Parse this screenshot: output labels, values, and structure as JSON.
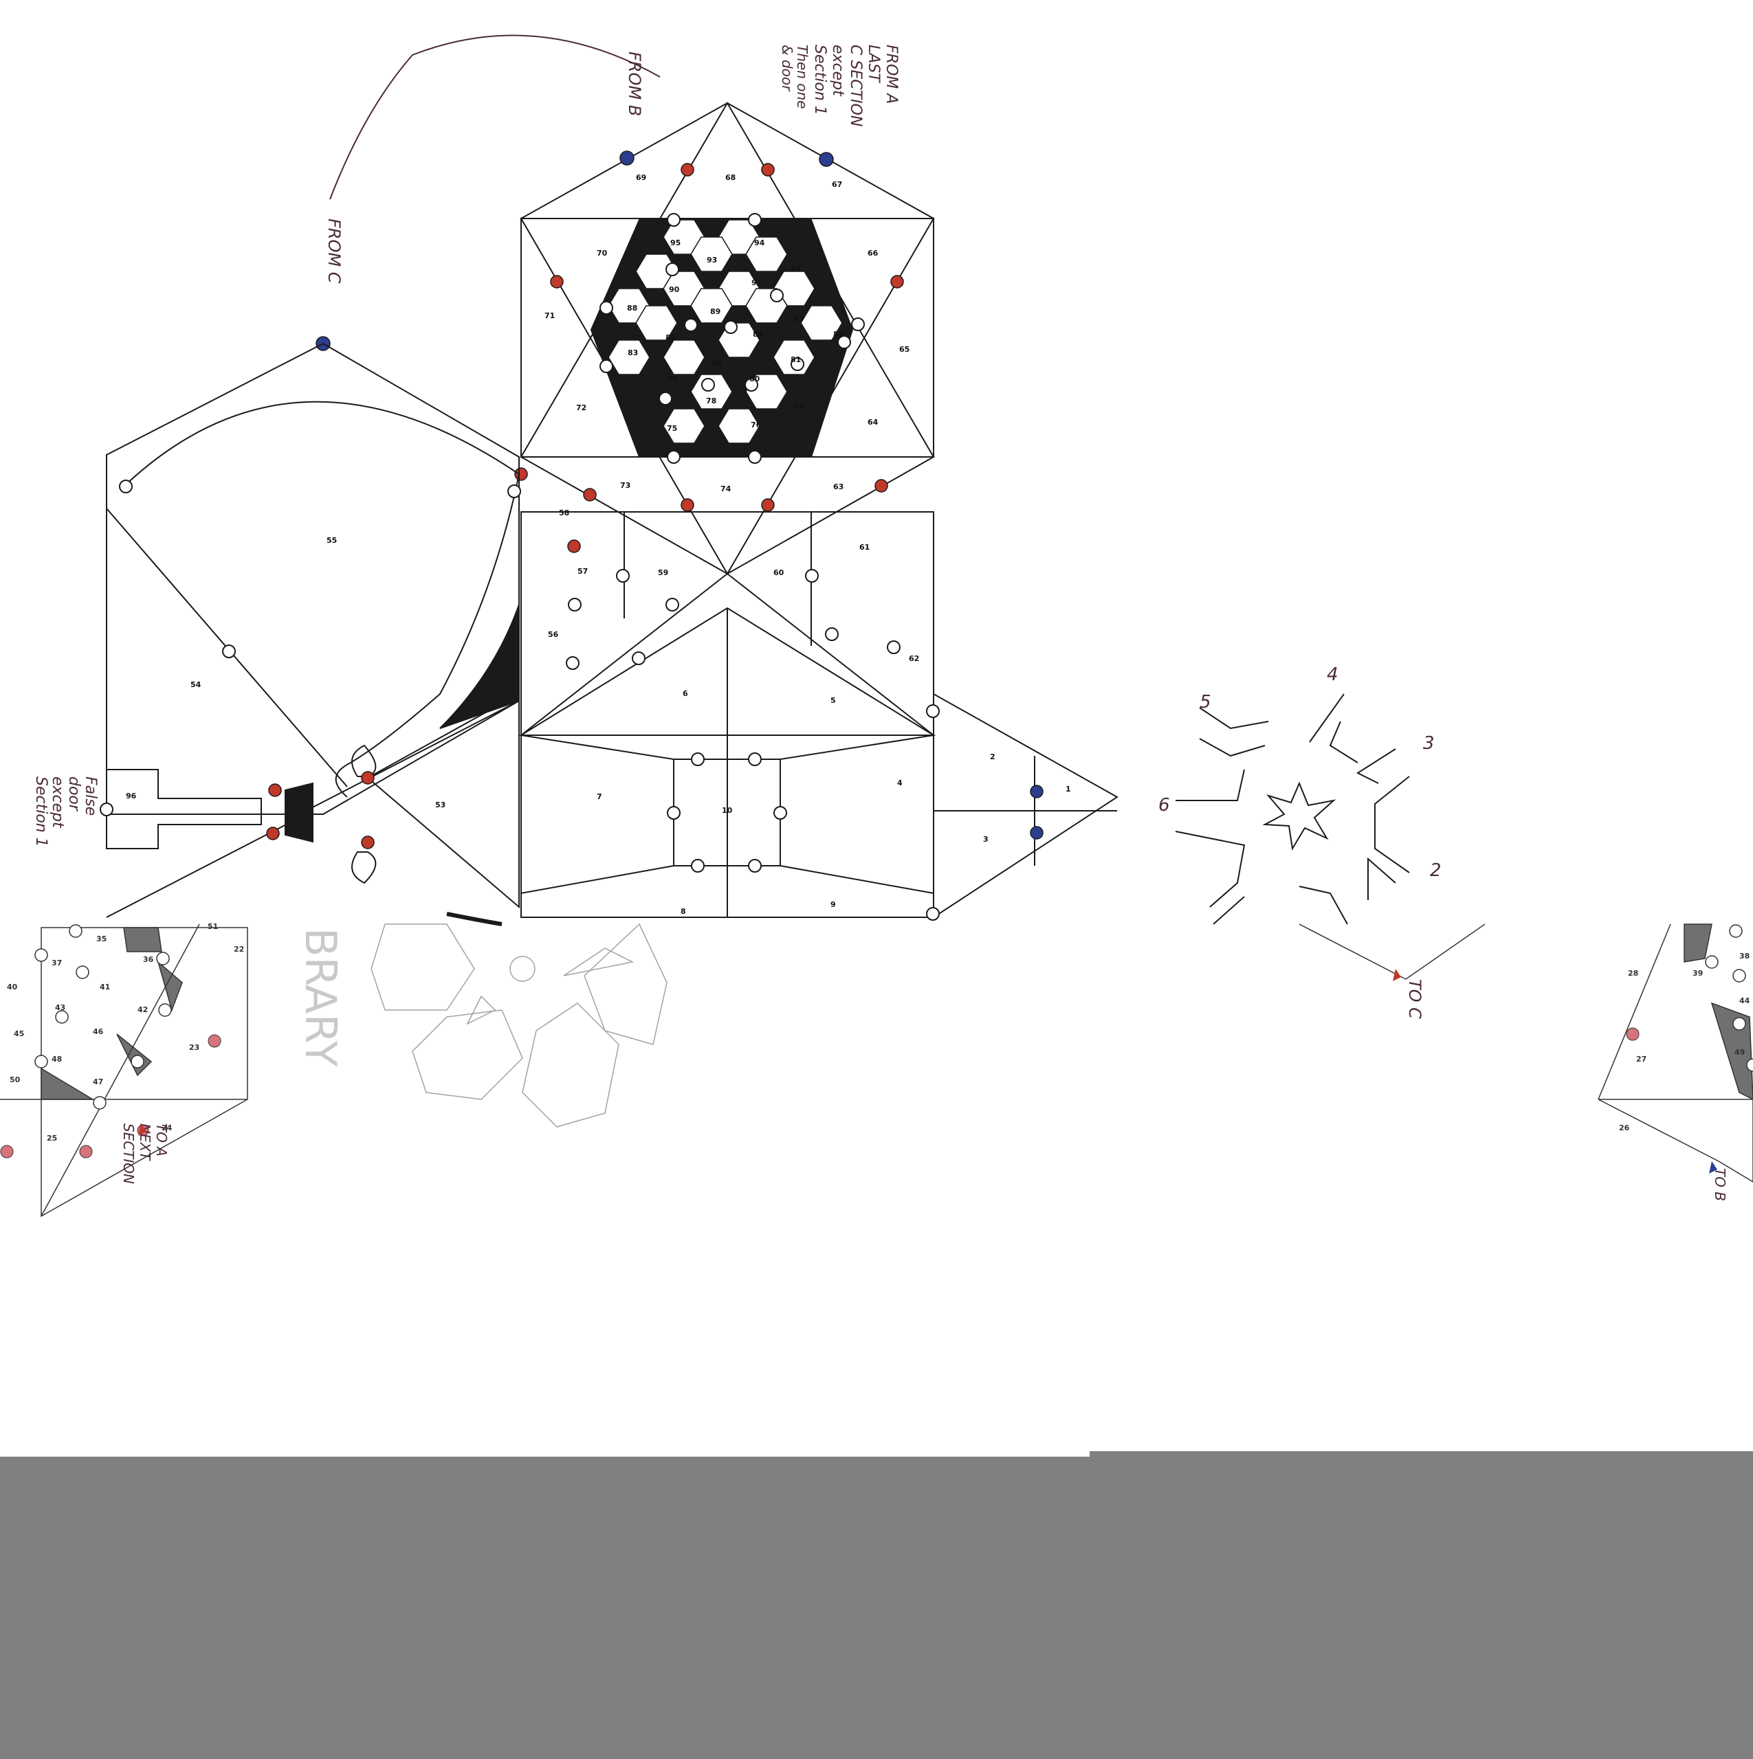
{
  "annotations": {
    "from_a_note": [
      "FROM A",
      "LAST",
      "C SECTION",
      "except",
      "Section 1"
    ],
    "from_a_note_sub": [
      "Then one",
      "& door"
    ],
    "from_b": "FROM B",
    "from_c": "FROM C",
    "false_door": [
      "False",
      "door",
      "except",
      "Section 1"
    ],
    "to_a_next": [
      "TO A",
      "NEXT",
      "SECTION"
    ],
    "to_c": "TO C",
    "to_b": "TO B",
    "library_fragment": "BRARY"
  },
  "room_numbers": {
    "star_hex": [
      "67",
      "68",
      "69",
      "70",
      "71",
      "72",
      "73",
      "74",
      "63",
      "64",
      "65",
      "66"
    ],
    "hex_cells": [
      "94",
      "95",
      "93",
      "92",
      "91",
      "90",
      "89",
      "88",
      "87",
      "86",
      "85",
      "84",
      "83",
      "82",
      "81",
      "80",
      "79",
      "78",
      "77",
      "76",
      "75"
    ],
    "left_hall": [
      "55",
      "54",
      "53",
      "56",
      "57",
      "58",
      "59",
      "60",
      "61",
      "62",
      "96"
    ],
    "lower_block": [
      "1",
      "2",
      "3",
      "4",
      "5",
      "6",
      "7",
      "8",
      "9",
      "10"
    ],
    "left_fragment": [
      "22",
      "23",
      "24",
      "25",
      "35",
      "36",
      "37",
      "40",
      "41",
      "42",
      "43",
      "45",
      "46",
      "47",
      "48",
      "50",
      "51"
    ],
    "right_fragment": [
      "28",
      "27",
      "26",
      "38",
      "39",
      "44",
      "49"
    ]
  },
  "compass_labels": [
    "2",
    "3",
    "4",
    "5",
    "6"
  ],
  "colors": {
    "red_door": "#c0392b",
    "blue_door": "#2c3e8f",
    "ink": "#1a1a1a",
    "annotation_ink": "#5a2d44",
    "band": "#808080"
  }
}
